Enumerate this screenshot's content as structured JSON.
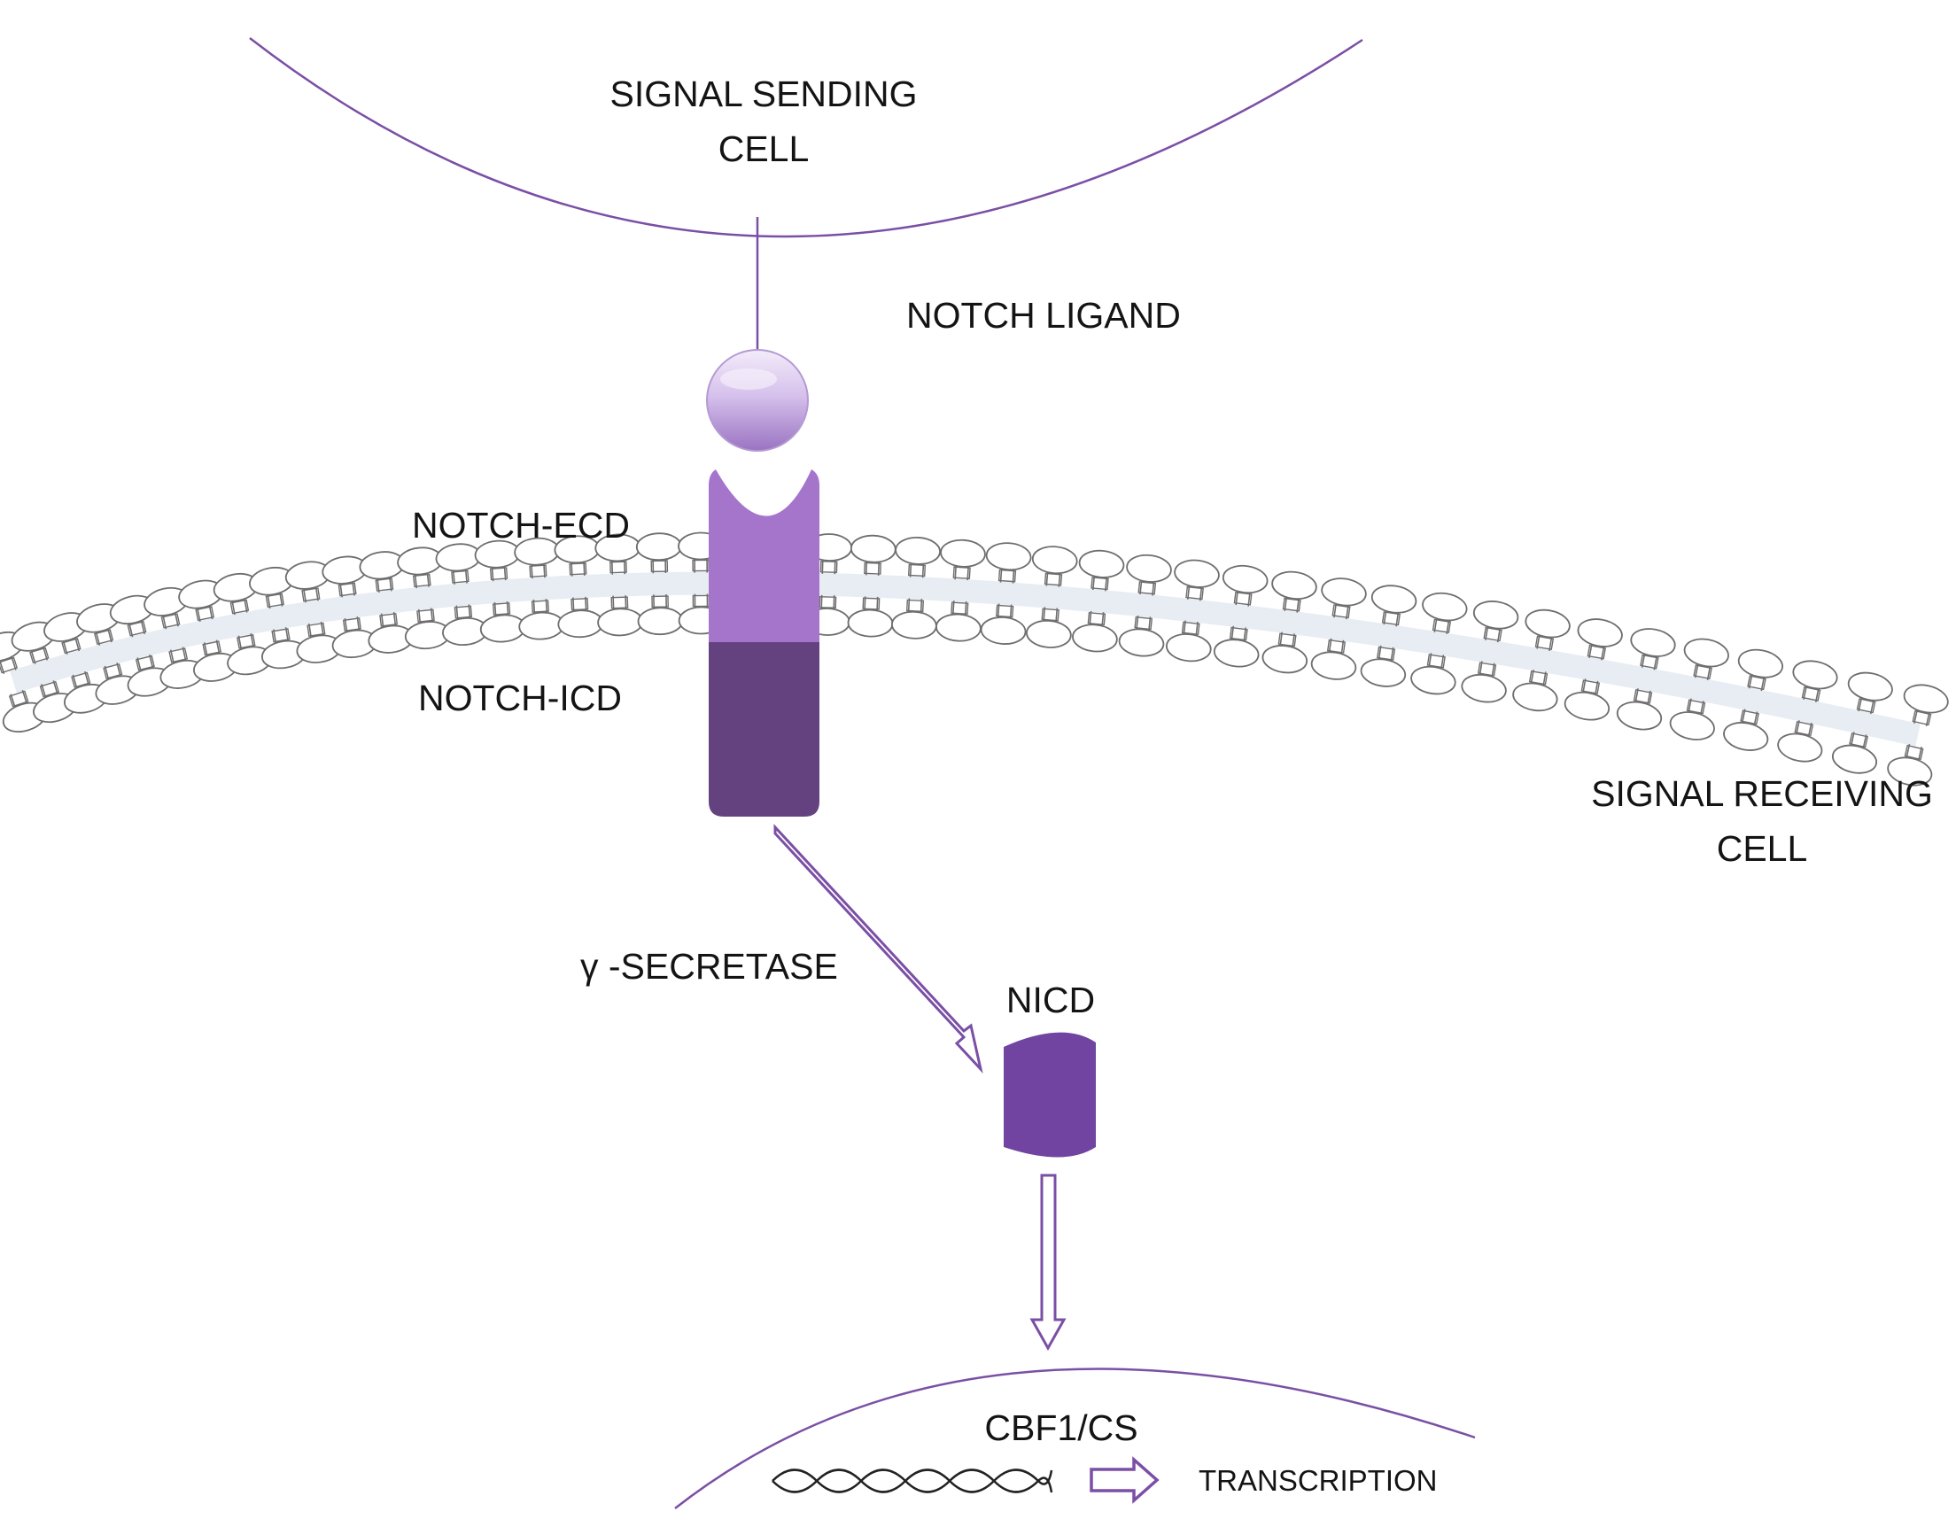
{
  "labels": {
    "signal_sending_line1": "SIGNAL SENDING",
    "signal_sending_line2": "CELL",
    "notch_ligand": "NOTCH LIGAND",
    "notch_ecd": "NOTCH-ECD",
    "notch_icd": "NOTCH-ICD",
    "signal_receiving_line1": "SIGNAL RECEIVING",
    "signal_receiving_line2": "CELL",
    "gamma_secretase": "γ -SECRETASE",
    "nicd": "NICD",
    "cbf1": "CBF1/CS",
    "transcription": "TRANSCRIPTION"
  },
  "colors": {
    "cell_outline": "#7a4fa5",
    "ligand_light": "#dccaef",
    "ligand_dark": "#9f7ac4",
    "notch_ecd": "#a575cc",
    "notch_icd": "#644280",
    "nicd": "#7044a0",
    "arrow": "#7a4fa5",
    "membrane_outline": "#6e6e6e",
    "text": "#141414"
  },
  "icons": {
    "ligand": "sphere-icon",
    "arrows": "hollow-arrow-icon",
    "dna": "dna-helix-icon"
  }
}
